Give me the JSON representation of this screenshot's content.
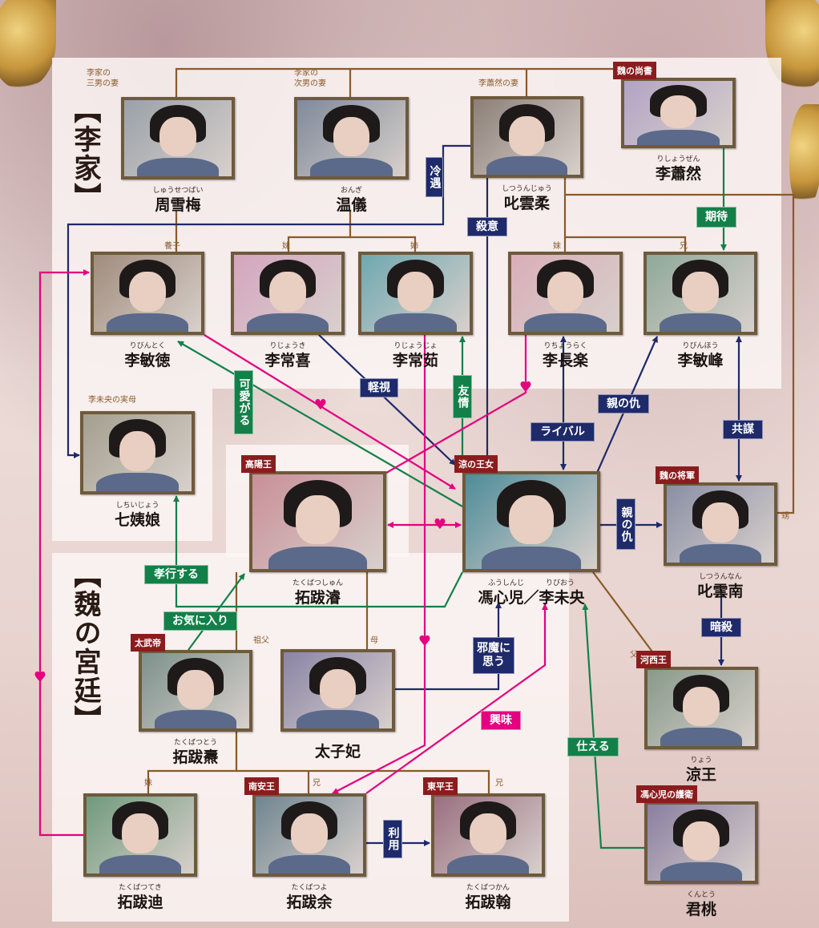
{
  "sections": {
    "li_family": "【李家】",
    "wei_court": "【魏の宮廷】"
  },
  "colors": {
    "family": "#8a5a2b",
    "hostile": "#1e2a6a",
    "friendly": "#138049",
    "love": "#e4007f",
    "badge": "#8b1c1e"
  },
  "characters": [
    {
      "name": "周雪梅",
      "furigana": "しゅうせつばい",
      "note": "李家の\n三男の妻"
    },
    {
      "name": "温儀",
      "furigana": "おんぎ",
      "note": "李家の\n次男の妻"
    },
    {
      "name": "叱雲柔",
      "furigana": "しつうんじゅう",
      "note": "李蕭然の妻"
    },
    {
      "name": "李蕭然",
      "furigana": "りしょうぜん",
      "badge": "魏の尚書"
    },
    {
      "name": "李敏徳",
      "furigana": "りびんとく"
    },
    {
      "name": "李常喜",
      "furigana": "りじょうき"
    },
    {
      "name": "李常茹",
      "furigana": "りじょうじょ"
    },
    {
      "name": "李長楽",
      "furigana": "りちょうらく"
    },
    {
      "name": "李敏峰",
      "furigana": "りびんほう"
    },
    {
      "name": "七姨娘",
      "furigana": "しちいじょう",
      "note": "李未央の実母"
    },
    {
      "name": "拓跋濬",
      "furigana": "たくばつしゅん",
      "badge": "高陽王"
    },
    {
      "name": "馮心児／李未央",
      "furigana": "ふうしんじ　　　りびおう",
      "badge": "涼の王女"
    },
    {
      "name": "叱雲南",
      "furigana": "しつうんなん",
      "badge": "魏の将軍"
    },
    {
      "name": "拓跋燾",
      "furigana": "たくばつとう",
      "badge": "太武帝"
    },
    {
      "name": "太子妃"
    },
    {
      "name": "涼王",
      "furigana": "りょう",
      "badge": "河西王"
    },
    {
      "name": "拓跋迪",
      "furigana": "たくばつてき"
    },
    {
      "name": "拓跋余",
      "furigana": "たくばつよ",
      "badge": "南安王"
    },
    {
      "name": "拓跋翰",
      "furigana": "たくばつかん",
      "badge": "東平王"
    },
    {
      "name": "君桃",
      "furigana": "くんとう",
      "badge": "馮心児の護衛"
    }
  ],
  "kinship_labels": [
    "養子",
    "妹",
    "姉",
    "妹",
    "兄",
    "祖父",
    "母",
    "妹",
    "兄",
    "兄",
    "父",
    "甥"
  ],
  "relations": [
    {
      "label": "冷遇",
      "type": "hostile"
    },
    {
      "label": "殺意",
      "type": "hostile"
    },
    {
      "label": "期待",
      "type": "friendly"
    },
    {
      "label": "軽視",
      "type": "hostile"
    },
    {
      "label": "可愛がる",
      "type": "friendly"
    },
    {
      "label": "友情",
      "type": "friendly"
    },
    {
      "label": "親の仇",
      "type": "hostile"
    },
    {
      "label": "ライバル",
      "type": "hostile"
    },
    {
      "label": "共謀",
      "type": "hostile"
    },
    {
      "label": "親の仇",
      "type": "hostile"
    },
    {
      "label": "孝行する",
      "type": "friendly"
    },
    {
      "label": "お気に入り",
      "type": "friendly"
    },
    {
      "label": "邪魔に\n思う",
      "type": "hostile"
    },
    {
      "label": "興味",
      "type": "love"
    },
    {
      "label": "暗殺",
      "type": "hostile"
    },
    {
      "label": "仕える",
      "type": "friendly"
    },
    {
      "label": "利用",
      "type": "hostile"
    }
  ]
}
